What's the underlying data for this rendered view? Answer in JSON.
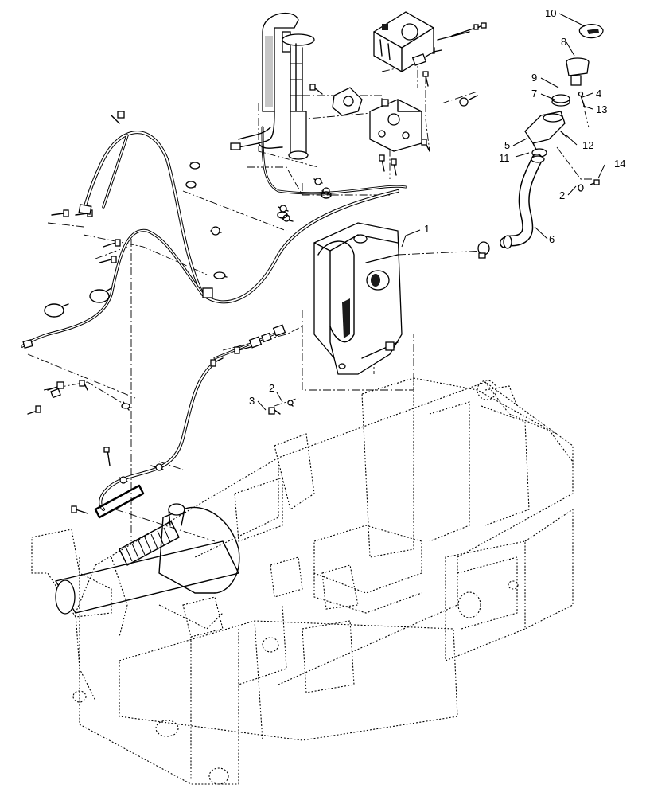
{
  "diagram": {
    "callouts": [
      {
        "id": "c10",
        "text": "10"
      },
      {
        "id": "c8",
        "text": "8"
      },
      {
        "id": "c9",
        "text": "9"
      },
      {
        "id": "c4",
        "text": "4"
      },
      {
        "id": "c7",
        "text": "7"
      },
      {
        "id": "c13",
        "text": "13"
      },
      {
        "id": "c5",
        "text": "5"
      },
      {
        "id": "c12",
        "text": "12"
      },
      {
        "id": "c11",
        "text": "11"
      },
      {
        "id": "c14",
        "text": "14"
      },
      {
        "id": "c2a",
        "text": "2"
      },
      {
        "id": "c6",
        "text": "6"
      },
      {
        "id": "c1",
        "text": "1"
      },
      {
        "id": "c3",
        "text": "3"
      },
      {
        "id": "c2b",
        "text": "2"
      }
    ]
  }
}
